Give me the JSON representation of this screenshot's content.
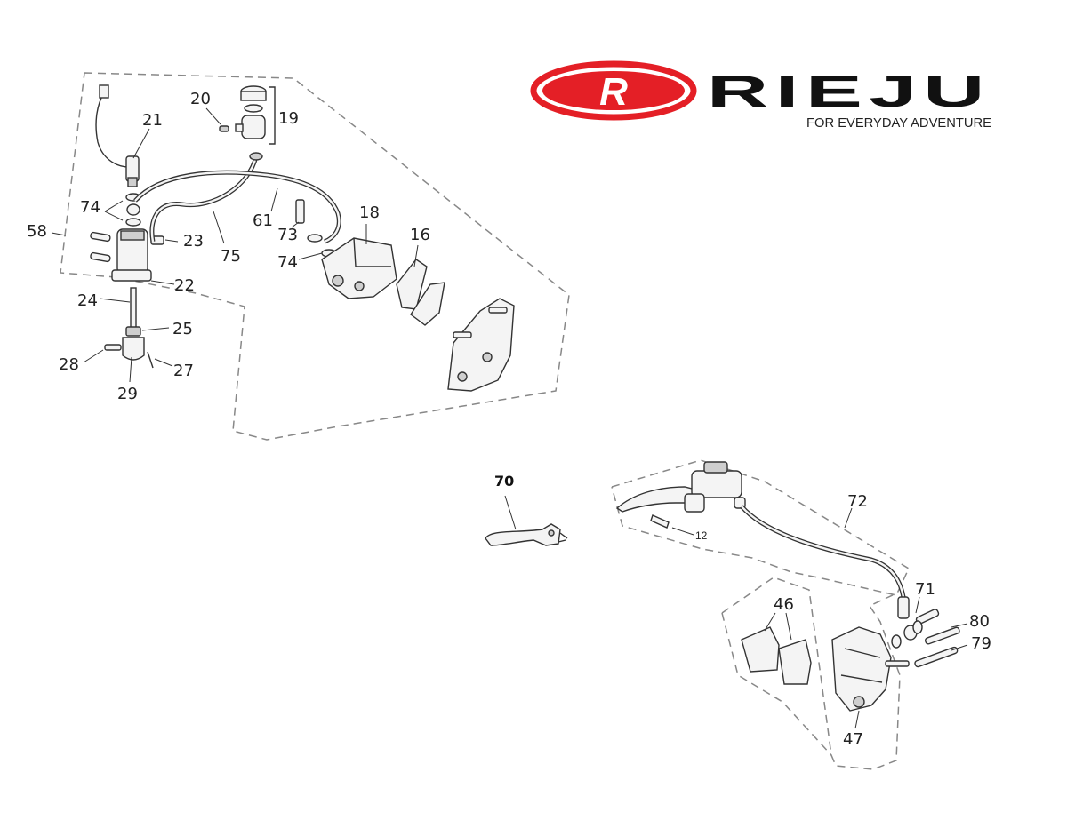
{
  "brand": {
    "name": "RIEJU",
    "logo_letter": "R",
    "tagline": "FOR EVERYDAY ADVENTURE",
    "colors": {
      "red": "#e41f26",
      "black": "#111111"
    }
  },
  "callouts": {
    "c20": "20",
    "c19": "19",
    "c21": "21",
    "c74a": "74",
    "c58": "58",
    "c23": "23",
    "c75": "75",
    "c61": "61",
    "c73": "73",
    "c74b": "74",
    "c18": "18",
    "c16": "16",
    "c22": "22",
    "c24": "24",
    "c25": "25",
    "c28": "28",
    "c27": "27",
    "c29": "29",
    "c70": "70",
    "c72": "72",
    "c12": "12",
    "c71": "71",
    "c46": "46",
    "c80": "80",
    "c79": "79",
    "c47": "47"
  }
}
